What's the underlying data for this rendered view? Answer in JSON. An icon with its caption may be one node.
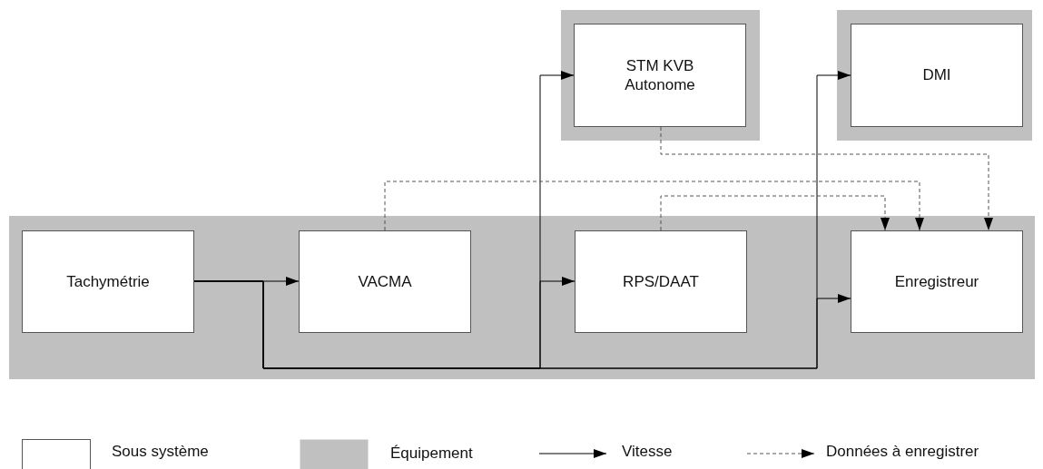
{
  "diagram": {
    "nodes": [
      {
        "text": [],
        "shape": "box"
      },
      {
        "text": [
          "STM KVB Autonome"
        ],
        "in": 0
      },
      {
        "text": [],
        "shape": "box"
      },
      {
        "text": [
          "DMI"
        ],
        "in": 2
      },
      {
        "text": [],
        "shape": "box"
      },
      {
        "text": [
          "Tachymétrie"
        ],
        "in": 4
      },
      {
        "text": [
          "VACMA"
        ],
        "in": 4
      },
      {
        "text": [
          "RPS/DAAT"
        ],
        "in": 4
      },
      {
        "text": [
          "Enregistreur"
        ],
        "in": 4
      }
    ],
    "edges": [
      {
        "from": 5,
        "to": 6,
        "arrow": "to"
      },
      {
        "from": 5,
        "to": 1,
        "arrow": "to"
      },
      {
        "from": 5,
        "to": 7,
        "arrow": "to"
      },
      {
        "from": 5,
        "to": 3,
        "arrow": "to"
      },
      {
        "from": 5,
        "to": 8,
        "arrow": "to"
      },
      {
        "from": 6,
        "to": 8,
        "arrow": "to",
        "style": "dashed"
      },
      {
        "from": 7,
        "to": 8,
        "arrow": "to",
        "style": "dashed"
      },
      {
        "from": 1,
        "to": 8,
        "arrow": "to",
        "style": "dashed"
      }
    ],
    "legend": [
      {
        "text": "Sous système"
      },
      {
        "text": "Équipement",
        "color": "#c0c0c0"
      },
      {
        "text": "Vitesse"
      },
      {
        "text": "Données à enregistrer"
      }
    ]
  }
}
